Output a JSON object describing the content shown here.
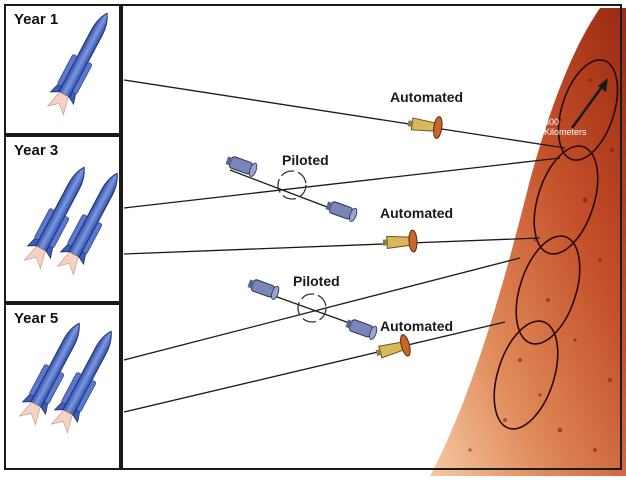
{
  "panels": [
    {
      "label": "Year 1"
    },
    {
      "label": "Year 3"
    },
    {
      "label": "Year 5"
    }
  ],
  "labels": {
    "automated_1": "Automated",
    "piloted_1": "Piloted",
    "automated_2": "Automated",
    "piloted_2": "Piloted",
    "automated_3": "Automated",
    "distance_value": "300",
    "distance_unit": "Kilometers"
  },
  "colors": {
    "rocket": "#4f6fc7",
    "planet_dark": "#b33a1f",
    "planet_light": "#f0b48a",
    "lander": "#c8a24a",
    "frame": "#1a1a1a"
  }
}
